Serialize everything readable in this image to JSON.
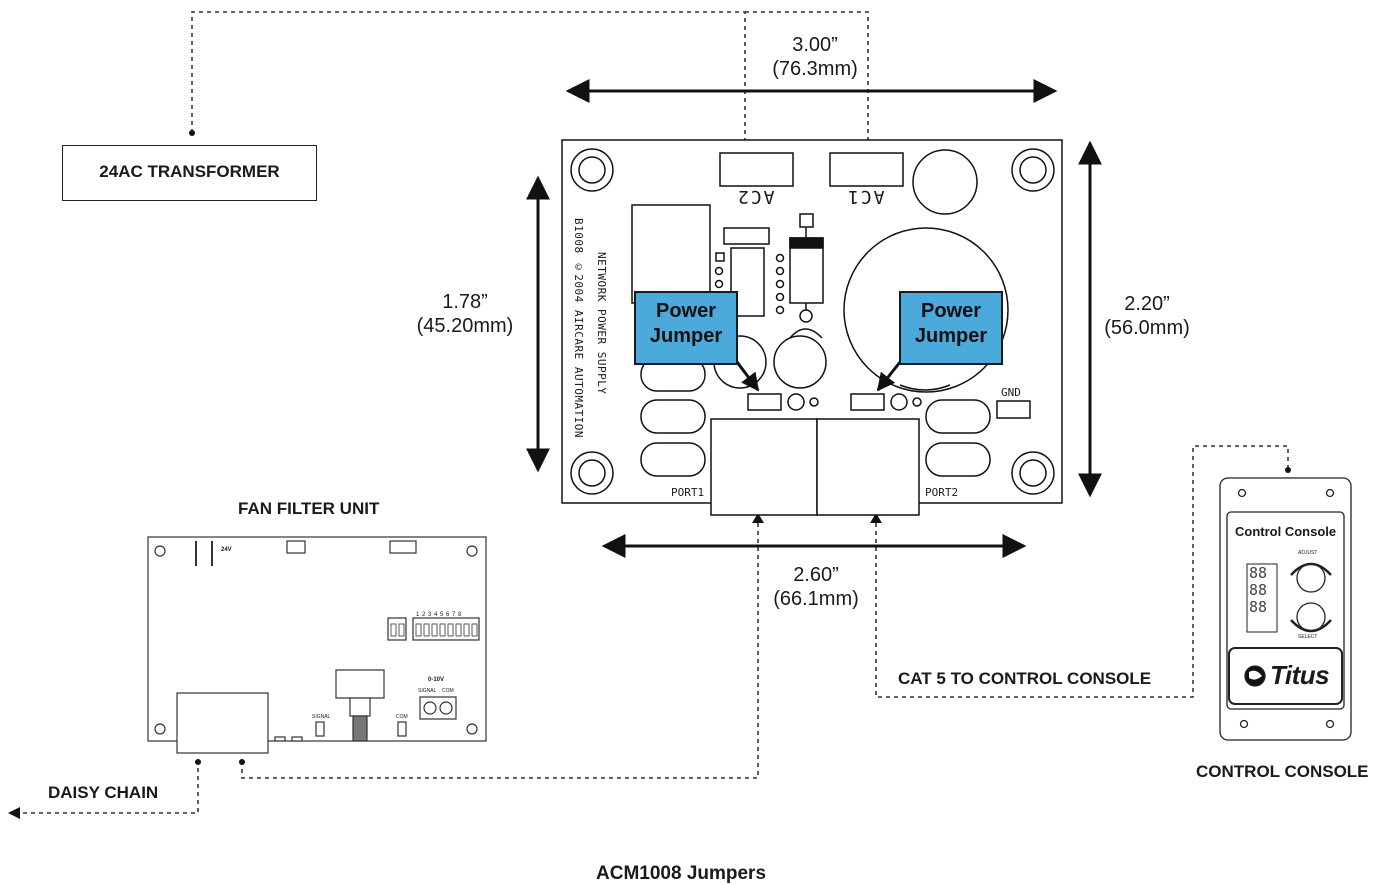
{
  "diagram": {
    "caption": "ACM1008 Jumpers",
    "transformer": {
      "label": "24AC TRANSFORMER"
    },
    "board": {
      "connector_ac2": "AC2",
      "connector_ac1": "AC1",
      "silkscreen_line1": "NETWORK POWER SUPPLY",
      "silkscreen_line2": "B1008 ©2004 AIRCARE AUTOMATION",
      "gnd": "GND",
      "port1": "PORT1",
      "port2": "PORT2"
    },
    "callouts": [
      {
        "line1": "Power",
        "line2": "Jumper"
      },
      {
        "line1": "Power",
        "line2": "Jumper"
      }
    ],
    "dimensions": {
      "top": {
        "imperial": "3.00”",
        "metric": "(76.3mm)"
      },
      "left": {
        "imperial": "1.78”",
        "metric": "(45.20mm)"
      },
      "right": {
        "imperial": "2.20”",
        "metric": "(56.0mm)"
      },
      "bottom": {
        "imperial": "2.60”",
        "metric": "(66.1mm)"
      }
    },
    "fan_filter_unit": {
      "label": "FAN FILTER UNIT",
      "mark_24v": "24V",
      "mark_0_10v": "0-10V",
      "mark_signal": "SIGNAL",
      "mark_com": "COM",
      "dip_numbers": "1 2 3 4 5 6 7 8"
    },
    "daisy_chain": {
      "label": "DAISY CHAIN"
    },
    "cat5": {
      "label": "CAT 5 TO CONTROL CONSOLE"
    },
    "control_console": {
      "label": "CONTROL CONSOLE",
      "panel_title": "Control Console",
      "adjust": "ADJUST",
      "select": "SELECT",
      "brand": "Titus",
      "display_digits": "88"
    }
  }
}
